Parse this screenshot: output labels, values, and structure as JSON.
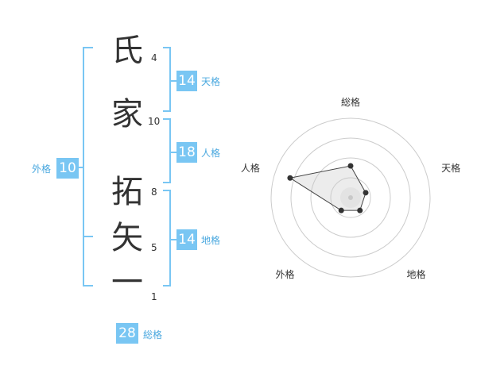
{
  "name": {
    "chars": [
      {
        "char": "氏",
        "strokes": "4"
      },
      {
        "char": "家",
        "strokes": "10"
      },
      {
        "char": "拓",
        "strokes": "8"
      },
      {
        "char": "矢",
        "strokes": "5"
      },
      {
        "char": "一",
        "strokes": "1"
      }
    ]
  },
  "fortunes": {
    "tenkaku": {
      "label": "天格",
      "value": "14"
    },
    "jinkaku": {
      "label": "人格",
      "value": "18"
    },
    "chikaku": {
      "label": "地格",
      "value": "14"
    },
    "gaikaku": {
      "label": "外格",
      "value": "10"
    },
    "soukaku": {
      "label": "総格",
      "value": "28"
    }
  },
  "colors": {
    "accent": "#79c6f3",
    "accent_text": "#4aa8df",
    "bracket": "#79c6f3",
    "text": "#333333"
  },
  "chart_data": {
    "type": "radar",
    "axes": [
      "総格",
      "天格",
      "地格",
      "外格",
      "人格"
    ],
    "values": [
      2,
      1,
      1,
      1,
      4
    ],
    "max": 5,
    "rings": 4
  }
}
